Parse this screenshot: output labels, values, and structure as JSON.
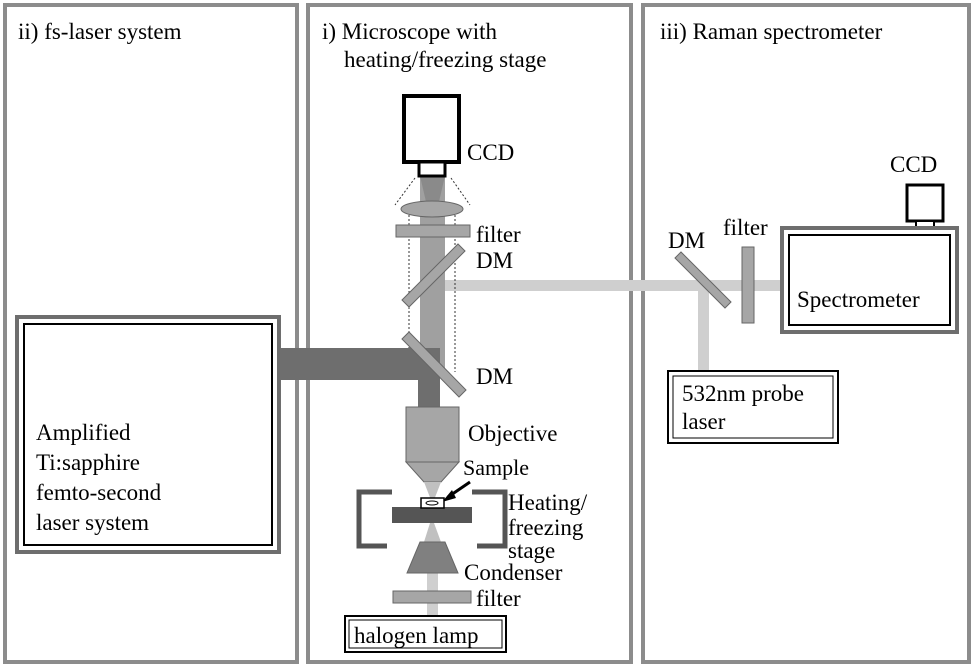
{
  "panels": {
    "fs_laser": {
      "title": "ii) fs-laser system"
    },
    "microscope": {
      "title_line1": "i) Microscope with",
      "title_line2": "heating/freezing stage"
    },
    "raman": {
      "title": "iii) Raman spectrometer"
    }
  },
  "laser_box": {
    "line1": "Amplified",
    "line2": "Ti:sapphire",
    "line3": "femto-second",
    "line4": "laser system"
  },
  "microscope_labels": {
    "ccd": "CCD",
    "filter_top": "filter",
    "dm_top": "DM",
    "dm_bottom": "DM",
    "objective": "Objective",
    "sample": "Sample",
    "stage_line1": "Heating/",
    "stage_line2": "freezing",
    "stage_line3": "stage",
    "condenser": "Condenser",
    "filter_bottom": "filter",
    "lamp": "halogen lamp"
  },
  "raman_labels": {
    "ccd": "CCD",
    "filter": "filter",
    "dm": "DM",
    "spectrometer": "Spectrometer",
    "probe_line1": "532nm probe",
    "probe_line2": "laser"
  },
  "colors": {
    "frame": "#8c8c8c",
    "fs_beam": "#6e6e6e",
    "probe_beam": "#cfcfcf",
    "optics": "#a6a6a6",
    "stage": "#555555"
  }
}
